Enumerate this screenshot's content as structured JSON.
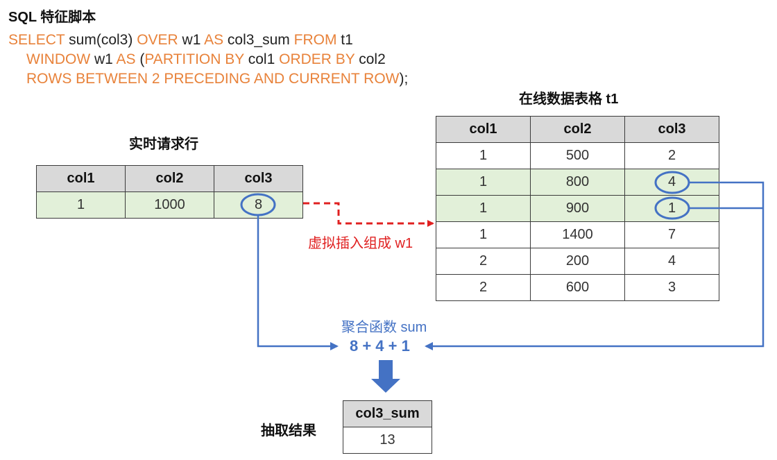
{
  "title": "SQL 特征脚本",
  "sql": {
    "line1": [
      {
        "t": "SELECT",
        "kw": true
      },
      {
        "t": " sum(col3) ",
        "kw": false
      },
      {
        "t": "OVER",
        "kw": true
      },
      {
        "t": " w1 ",
        "kw": false
      },
      {
        "t": "AS",
        "kw": true
      },
      {
        "t": " col3_sum ",
        "kw": false
      },
      {
        "t": "FROM",
        "kw": true
      },
      {
        "t": " t1",
        "kw": false
      }
    ],
    "line2": [
      {
        "t": "WINDOW",
        "kw": true
      },
      {
        "t": " w1 ",
        "kw": false
      },
      {
        "t": "AS",
        "kw": true
      },
      {
        "t": " (",
        "kw": false
      },
      {
        "t": "PARTITION BY",
        "kw": true
      },
      {
        "t": " col1 ",
        "kw": false
      },
      {
        "t": "ORDER BY",
        "kw": true
      },
      {
        "t": " col2",
        "kw": false
      }
    ],
    "line3": [
      {
        "t": "ROWS BETWEEN 2 PRECEDING AND CURRENT ROW",
        "kw": true
      },
      {
        "t": ");",
        "kw": false
      }
    ]
  },
  "realtime": {
    "caption": "实时请求行",
    "headers": [
      "col1",
      "col2",
      "col3"
    ],
    "row": [
      "1",
      "1000",
      "8"
    ]
  },
  "online": {
    "caption": "在线数据表格 t1",
    "headers": [
      "col1",
      "col2",
      "col3"
    ],
    "rows": [
      [
        "1",
        "500",
        "2"
      ],
      [
        "1",
        "800",
        "4"
      ],
      [
        "1",
        "900",
        "1"
      ],
      [
        "1",
        "1400",
        "7"
      ],
      [
        "2",
        "200",
        "4"
      ],
      [
        "2",
        "600",
        "3"
      ]
    ]
  },
  "insert_label": "虚拟插入组成 w1",
  "agg_label": "聚合函数 sum",
  "agg_expr": "8 + 4 + 1",
  "result": {
    "caption": "抽取结果",
    "header": "col3_sum",
    "value": "13"
  },
  "colors": {
    "keyword": "#e8823a",
    "highlight_row": "#e2f0d9",
    "header_bg": "#d9d9d9",
    "blue": "#4472c4",
    "red": "#e02020"
  }
}
